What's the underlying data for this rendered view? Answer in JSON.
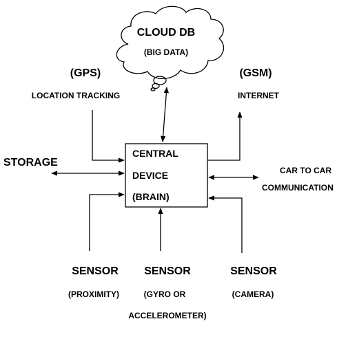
{
  "cloud": {
    "title": "CLOUD DB",
    "subtitle": "(BIG DATA)"
  },
  "central_device": {
    "line1": "CENTRAL",
    "line2": "DEVICE",
    "line3": "(BRAIN)"
  },
  "gps": {
    "title": "(GPS)",
    "subtitle": "LOCATION TRACKING"
  },
  "gsm": {
    "title": "(GSM)",
    "subtitle": "INTERNET"
  },
  "storage": {
    "title": "STORAGE"
  },
  "car_to_car": {
    "line1": "CAR TO CAR",
    "line2": "COMMUNICATION"
  },
  "sensor_proximity": {
    "title": "SENSOR",
    "subtitle": "(PROXIMITY)"
  },
  "sensor_gyro": {
    "title": "SENSOR",
    "subtitle1": "(GYRO OR",
    "subtitle2": "ACCELEROMETER)"
  },
  "sensor_camera": {
    "title": "SENSOR",
    "subtitle": "(CAMERA)"
  }
}
